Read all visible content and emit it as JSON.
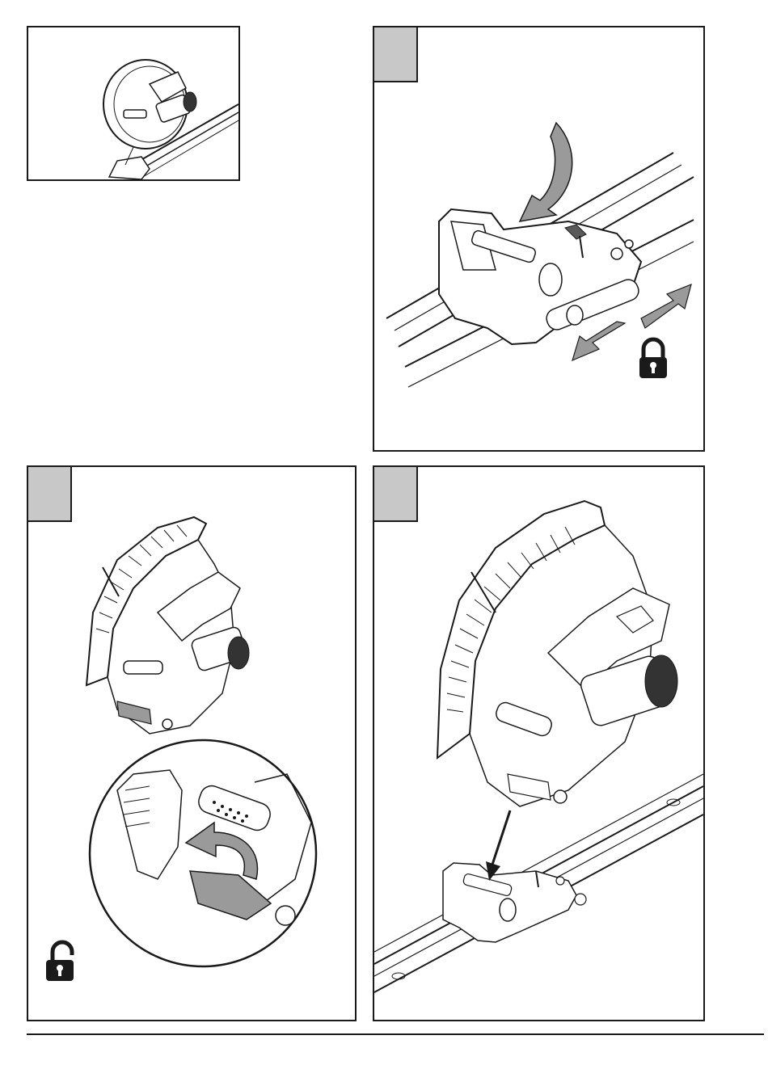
{
  "page": {
    "panels": [
      {
        "id": "overview",
        "step_tab": false
      },
      {
        "id": "step-a",
        "step_tab": true,
        "lock_state": "locked",
        "icon": "lock-closed-icon"
      },
      {
        "id": "step-b",
        "step_tab": true,
        "lock_state": "unlocked",
        "icon": "lock-open-icon"
      },
      {
        "id": "step-c",
        "step_tab": true
      }
    ],
    "colors": {
      "line": "#1a1a1a",
      "tab_fill": "#c8c8c8",
      "arrow_fill": "#9a9a9a",
      "background": "#ffffff"
    }
  }
}
